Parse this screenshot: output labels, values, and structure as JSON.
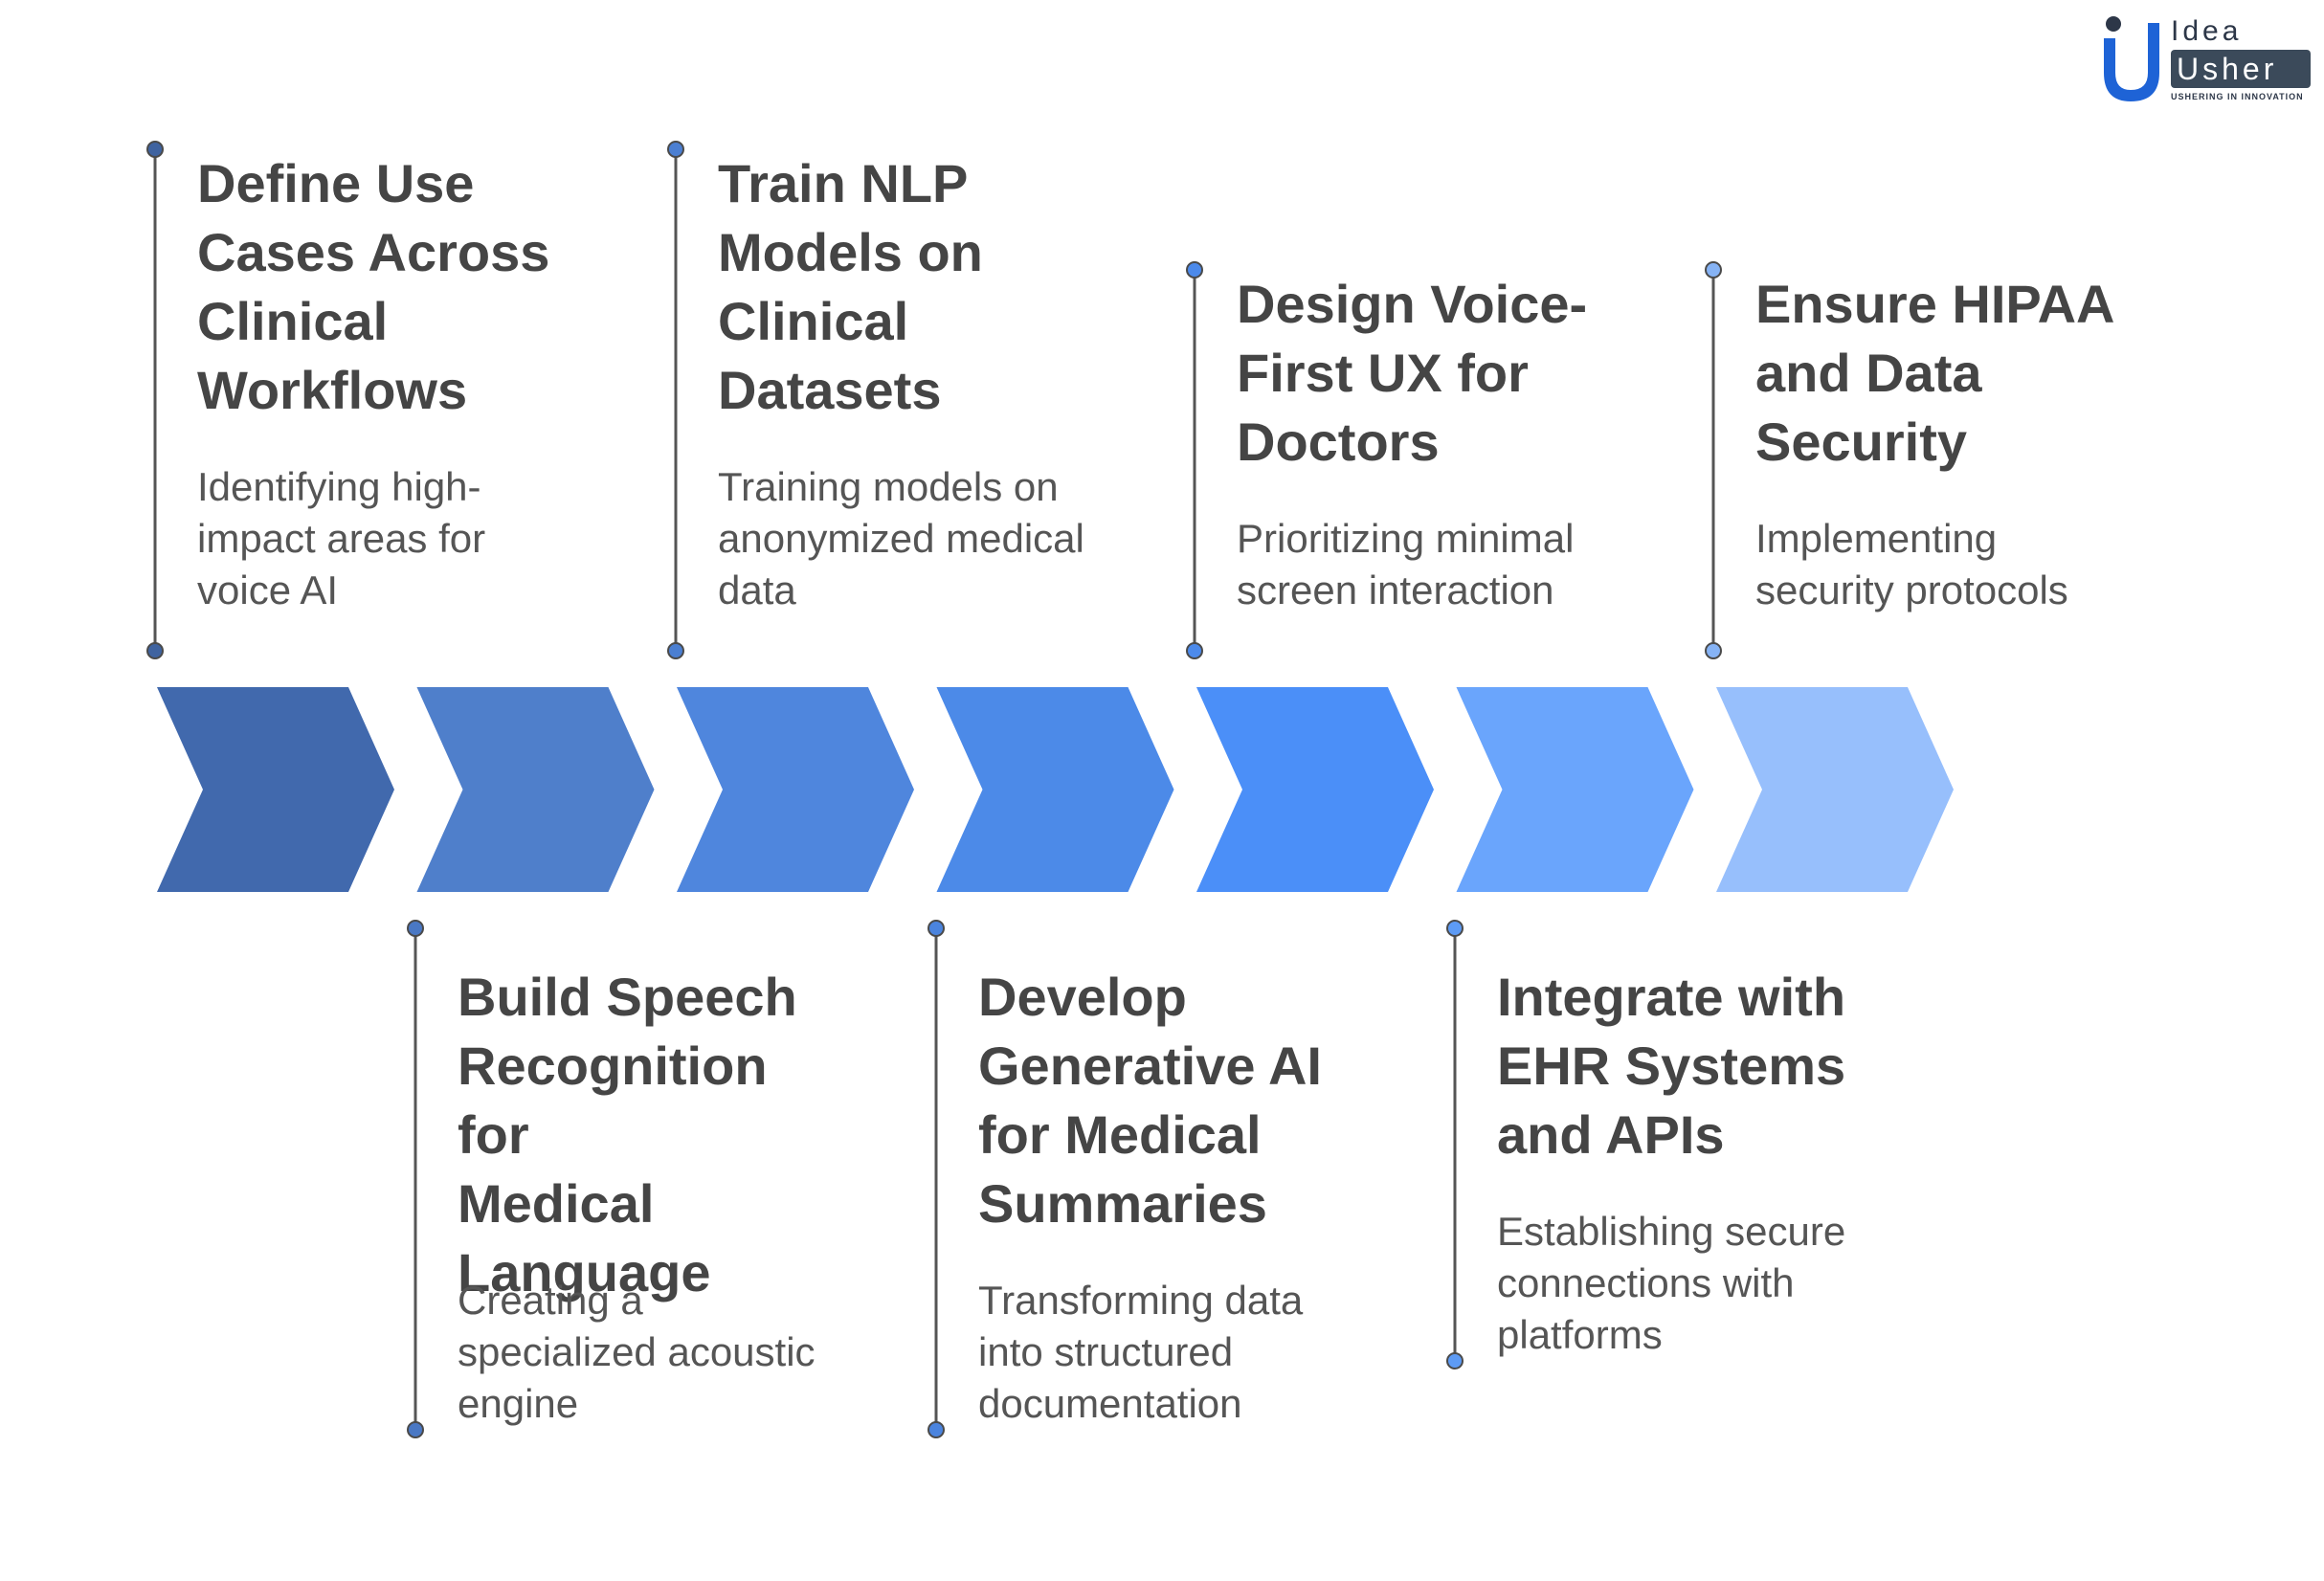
{
  "logo": {
    "word_top": "Idea",
    "word_bottom": "Usher",
    "tagline": "USHERING IN INNOVATION",
    "colors": {
      "mark": "#1e63d6",
      "dot": "#2d3748",
      "box": "#3b4a5a"
    }
  },
  "steps": [
    {
      "title": "Define Use\nCases Across\nClinical\nWorkflows",
      "description": "Identifying high-\nimpact areas for\nvoice AI",
      "color": "#4169ad",
      "position": "top"
    },
    {
      "title": "Build Speech\nRecognition for\nMedical\nLanguage",
      "description": "Creating a\nspecialized acoustic\nengine",
      "color": "#4f7fcb",
      "position": "bottom"
    },
    {
      "title": "Train NLP\nModels on\nClinical\nDatasets",
      "description": "Training models on\nanonymized medical\ndata",
      "color": "#4f86dd",
      "position": "top"
    },
    {
      "title": "Develop\nGenerative AI\nfor Medical\nSummaries",
      "description": "Transforming data\ninto structured\ndocumentation",
      "color": "#4c8ae8",
      "position": "bottom"
    },
    {
      "title": "Design Voice-\nFirst UX for\nDoctors",
      "description": "Prioritizing minimal\nscreen interaction",
      "color": "#4b8ff8",
      "position": "top"
    },
    {
      "title": "Integrate with\nEHR Systems\nand APIs",
      "description": "Establishing secure\nconnections with\nplatforms",
      "color": "#6aa5fc",
      "position": "bottom"
    },
    {
      "title": "Ensure HIPAA\nand Data\nSecurity",
      "description": "Implementing\nsecurity protocols",
      "color": "#97bffc",
      "position": "top"
    }
  ],
  "connector_colors": {
    "line": "#555555",
    "dots": [
      "#3f63a0",
      "#4a78c4",
      "#4b7fd2",
      "#4b84de",
      "#4c8aeb",
      "#5d9bf5",
      "#86b3f5"
    ]
  }
}
